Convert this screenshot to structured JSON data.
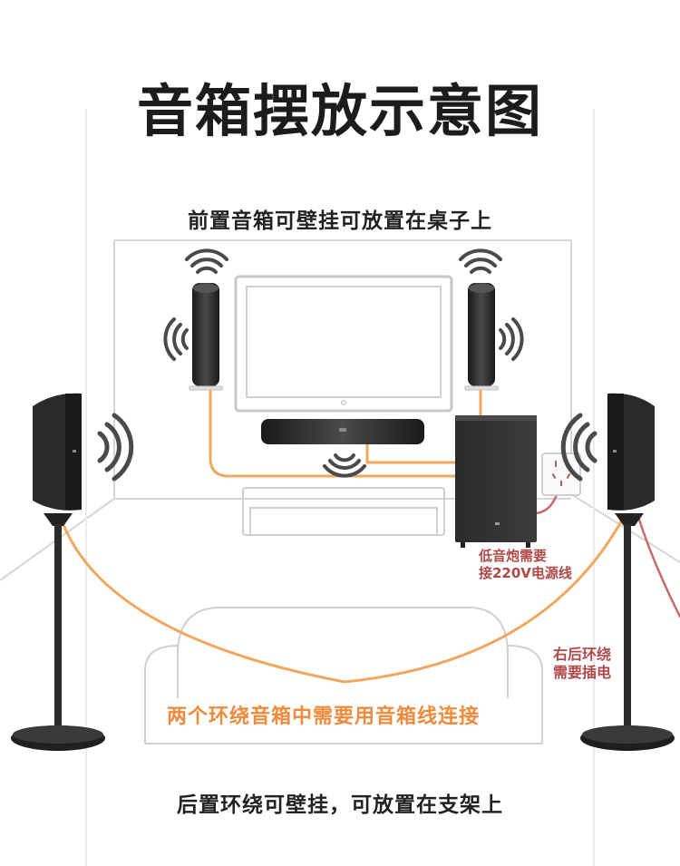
{
  "title": "音箱摆放示意图",
  "front_note": "前置音箱可壁挂可放置在桌子上",
  "subwoofer_note": [
    "低音炮需要",
    "接220V电源线"
  ],
  "rear_power_note": [
    "右后环绕",
    "需要插电"
  ],
  "cable_note": "两个环绕音箱中需要用音箱线连接",
  "rear_note": "后置环绕可壁挂，可放置在支架上",
  "colors": {
    "speaker_cable": "#f0a860",
    "power_cable": "#c96a6a",
    "note_red": "#b04848",
    "note_orange": "#f08a3c",
    "room_line": "#d4d4d4",
    "speaker_body": "#2a2a2a"
  },
  "icons": [
    "sound-wave-icon",
    "power-outlet-icon",
    "tv-power-icon"
  ]
}
